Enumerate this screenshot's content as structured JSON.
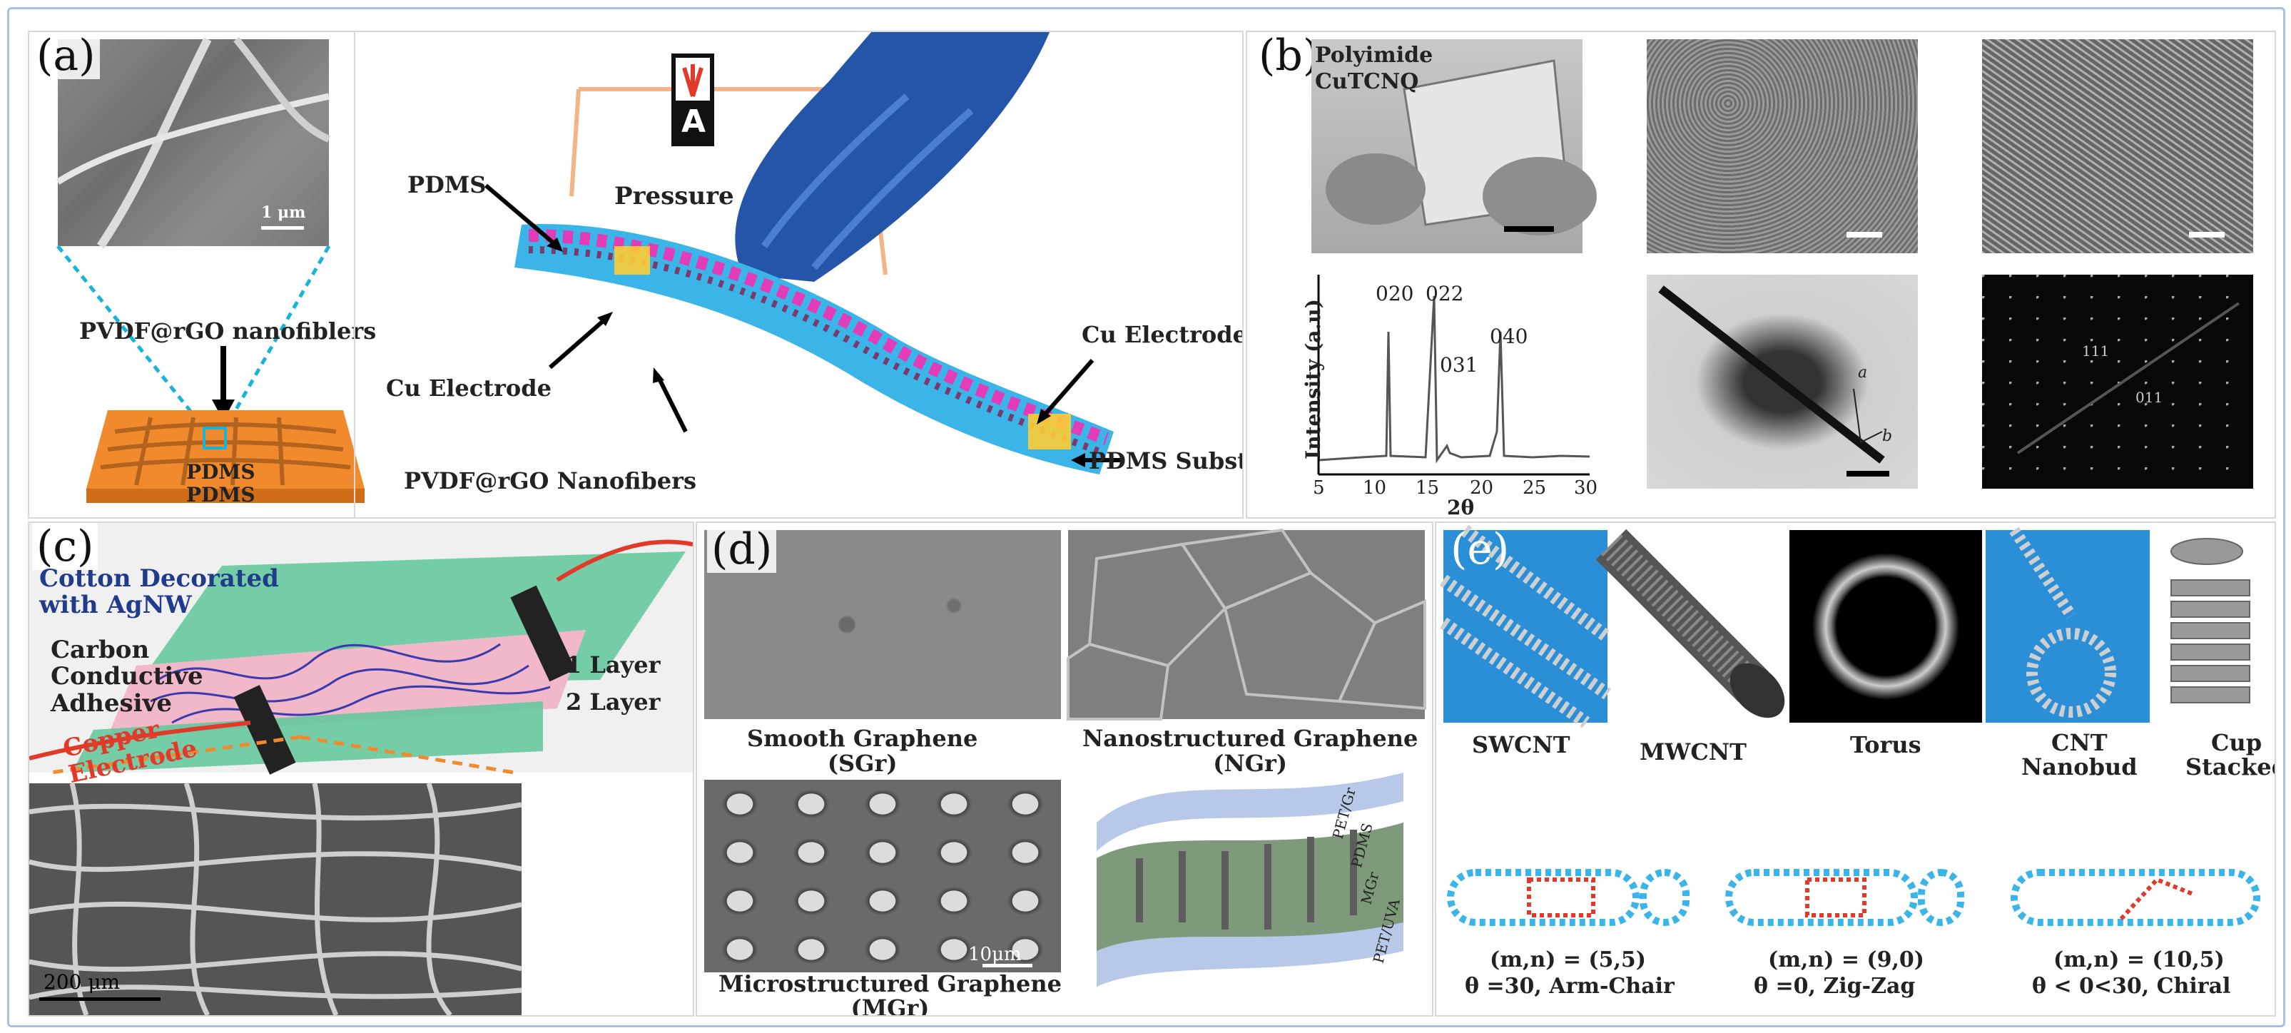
{
  "panels": {
    "a": {
      "label": "(a)",
      "scale": "1 μm",
      "nanofibers_label": "PVDF@rGO nanofiblers",
      "pdms_bottom_1": "PDMS",
      "pdms_bottom_2": "PDMS",
      "pressure": "Pressure",
      "gauge_letter": "A",
      "pdms": "PDMS",
      "cu_electrode_left": "Cu Electrode",
      "cu_electrode_right": "Cu Electrode",
      "pdms_substrate": "PDMS Substrate",
      "nanofibers_bottom": "PVDF@rGO Nanofibers"
    },
    "b": {
      "label": "(b)",
      "polyimide": "Polyimide",
      "cutcnq": "CuTCNQ",
      "xrd": {
        "ylabel": "Intensity (a.u)",
        "xlabel": "2θ",
        "xticks": [
          "5",
          "10",
          "15",
          "20",
          "25",
          "30"
        ],
        "peaks": [
          "020",
          "022",
          "031",
          "040"
        ]
      },
      "tem_labels": [
        "a",
        "b"
      ],
      "saed_labels": [
        "111",
        "011"
      ]
    },
    "c": {
      "label": "(c)",
      "cotton": "Cotton Decorated\nwith AgNW",
      "carbon": "Carbon\nConductive\nAdhesive",
      "copper": "Copper\nElectrode",
      "layer1": "1 Layer",
      "layer2": "2 Layer",
      "scale": "200 μm"
    },
    "d": {
      "label": "(d)",
      "sgr": "Smooth Graphene\n(SGr)",
      "ngr": "Nanostructured Graphene\n(NGr)",
      "mgr": "Microstructured Graphene\n(MGr)",
      "scale": "10μm",
      "stack": [
        "PET/Gr",
        "PDMS",
        "MGr",
        "PET/UVA"
      ]
    },
    "e": {
      "label": "(e)",
      "types": [
        "SWCNT",
        "MWCNT",
        "Torus",
        "CNT\nNanobud",
        "Cup\nStacked"
      ],
      "chirality": [
        {
          "mn": "(m,n) = (5,5)",
          "theta": "θ =30, Arm-Chair"
        },
        {
          "mn": "(m,n) = (9,0)",
          "theta": "θ =0, Zig-Zag"
        },
        {
          "mn": "(m,n) = (10,5)",
          "theta": "θ < 0<30, Chiral"
        }
      ]
    }
  },
  "colors": {
    "frame": "#a9c0e3",
    "sky": "#2a8fd6",
    "pdms_blue": "#3bb5e8",
    "orange": "#f08a2c",
    "green": "#5ec79a",
    "pink": "#f0b8c8",
    "red": "#e23a2a",
    "navy": "#1f3b8a"
  }
}
